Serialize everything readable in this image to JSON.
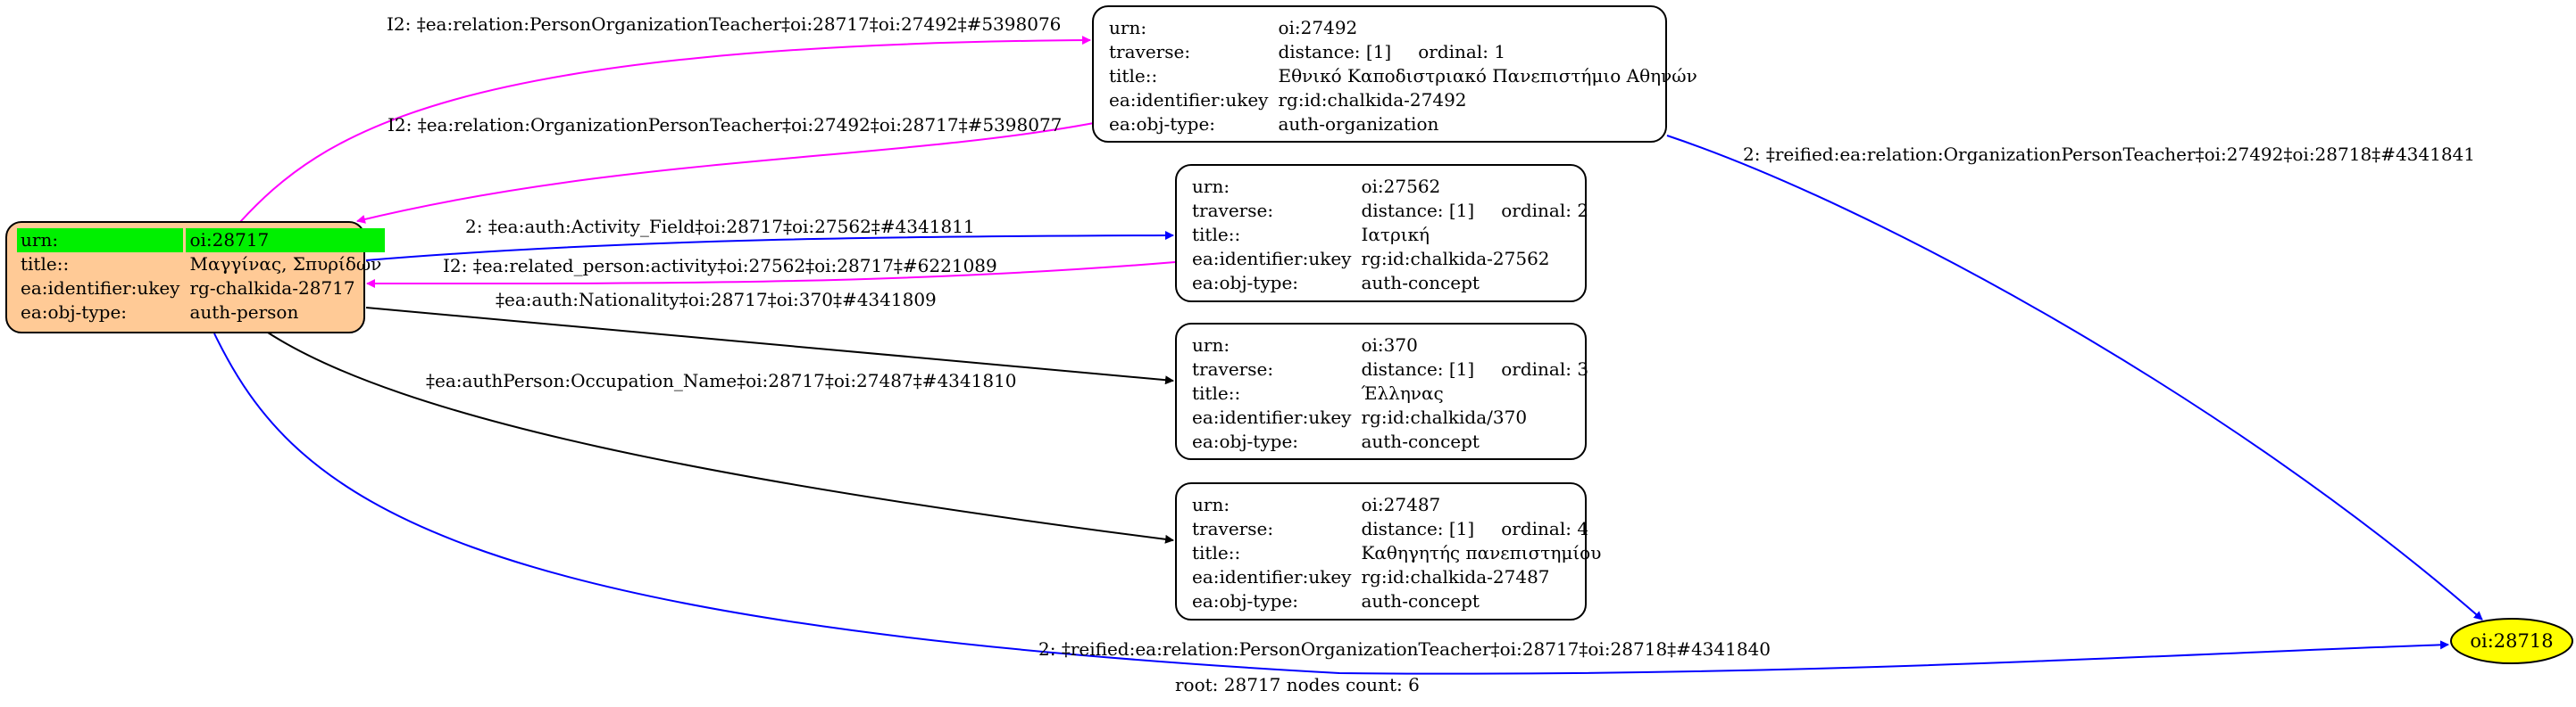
{
  "root_node": {
    "rows": [
      {
        "key": "urn:",
        "value": "oi:28717"
      },
      {
        "key": "title::",
        "value": "Μαγγίνας, Σπυρίδων"
      },
      {
        "key": "ea:identifier:ukey",
        "value": "rg-chalkida-28717"
      },
      {
        "key": "ea:obj-type:",
        "value": "auth-person"
      }
    ]
  },
  "nodes": [
    {
      "urn": "oi:27492",
      "distance": "distance: [1]",
      "ordinal": "ordinal: 1",
      "title": "Εθνικό Καποδιστριακό Πανεπιστήμιο Αθηνών",
      "ukey": "rg:id:chalkida-27492",
      "objtype": "auth-organization"
    },
    {
      "urn": "oi:27562",
      "distance": "distance: [1]",
      "ordinal": "ordinal: 2",
      "title": "Ιατρική",
      "ukey": "rg:id:chalkida-27562",
      "objtype": "auth-concept"
    },
    {
      "urn": "oi:370",
      "distance": "distance: [1]",
      "ordinal": "ordinal: 3",
      "title": "Έλληνας",
      "ukey": "rg:id:chalkida/370",
      "objtype": "auth-concept"
    },
    {
      "urn": "oi:27487",
      "distance": "distance: [1]",
      "ordinal": "ordinal: 4",
      "title": "Καθηγητής πανεπιστημίου",
      "ukey": "rg:id:chalkida-27487",
      "objtype": "auth-concept"
    }
  ],
  "row_keys": {
    "urn": "urn:",
    "traverse": "traverse:",
    "title": "title::",
    "ukey": "ea:identifier:ukey",
    "objtype": "ea:obj-type:"
  },
  "target_node": {
    "label": "oi:28718",
    "fill": "#ffff00"
  },
  "edges": [
    {
      "label": "I2: ‡ea:relation:PersonOrganizationTeacher‡oi:28717‡oi:27492‡#5398076",
      "color": "#ff00ff"
    },
    {
      "label": "I2: ‡ea:relation:OrganizationPersonTeacher‡oi:27492‡oi:28717‡#5398077",
      "color": "#ff00ff"
    },
    {
      "label": "2: ‡reified:ea:relation:OrganizationPersonTeacher‡oi:27492‡oi:28718‡#4341841",
      "color": "#0000ff"
    },
    {
      "label": "2: ‡ea:auth:Activity_Field‡oi:28717‡oi:27562‡#4341811",
      "color": "#0000ff"
    },
    {
      "label": "I2: ‡ea:related_person:activity‡oi:27562‡oi:28717‡#6221089",
      "color": "#ff00ff"
    },
    {
      "label": "‡ea:auth:Nationality‡oi:28717‡oi:370‡#4341809",
      "color": "#000000"
    },
    {
      "label": "‡ea:authPerson:Occupation_Name‡oi:28717‡oi:27487‡#4341810",
      "color": "#000000"
    },
    {
      "label": "2: ‡reified:ea:relation:PersonOrganizationTeacher‡oi:28717‡oi:28718‡#4341840",
      "color": "#0000ff"
    }
  ],
  "colors": {
    "root_fill": "#ffca96",
    "root_highlight": "#00f000"
  },
  "footer": "root: 28717 nodes count: 6"
}
